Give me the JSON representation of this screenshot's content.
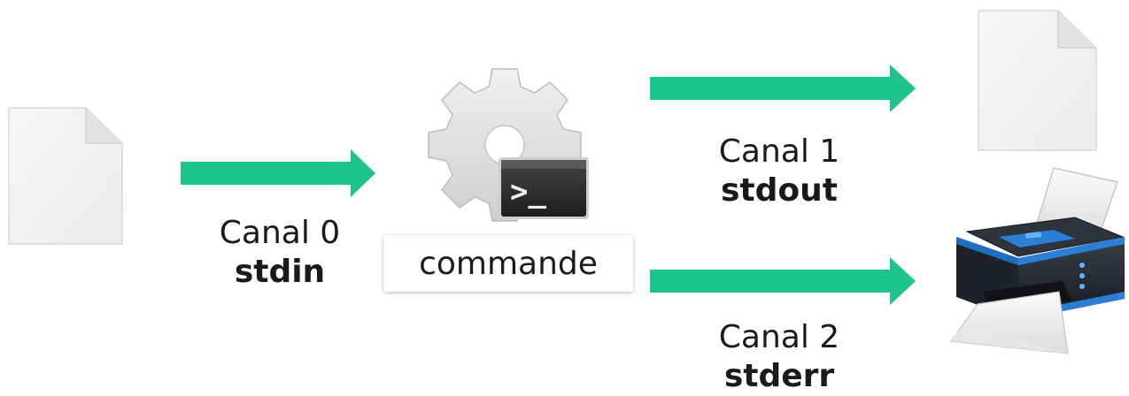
{
  "colors": {
    "arrow": "#1dc28c",
    "document": "#f2f2f2",
    "gear": "#e6e6e6",
    "terminal": "#2b2b2b",
    "printer_body": "#2a2f38",
    "printer_accent": "#2b7fd6"
  },
  "icons": {
    "input_file": "document-icon",
    "output_file": "document-icon",
    "command": "gear-terminal-icon",
    "printer": "printer-icon"
  },
  "channels": [
    {
      "name": "Canal 0",
      "stream": "stdin"
    },
    {
      "name": "Canal 1",
      "stream": "stdout"
    },
    {
      "name": "Canal 2",
      "stream": "stderr"
    }
  ],
  "command": {
    "label": "commande",
    "prompt": ">_"
  }
}
